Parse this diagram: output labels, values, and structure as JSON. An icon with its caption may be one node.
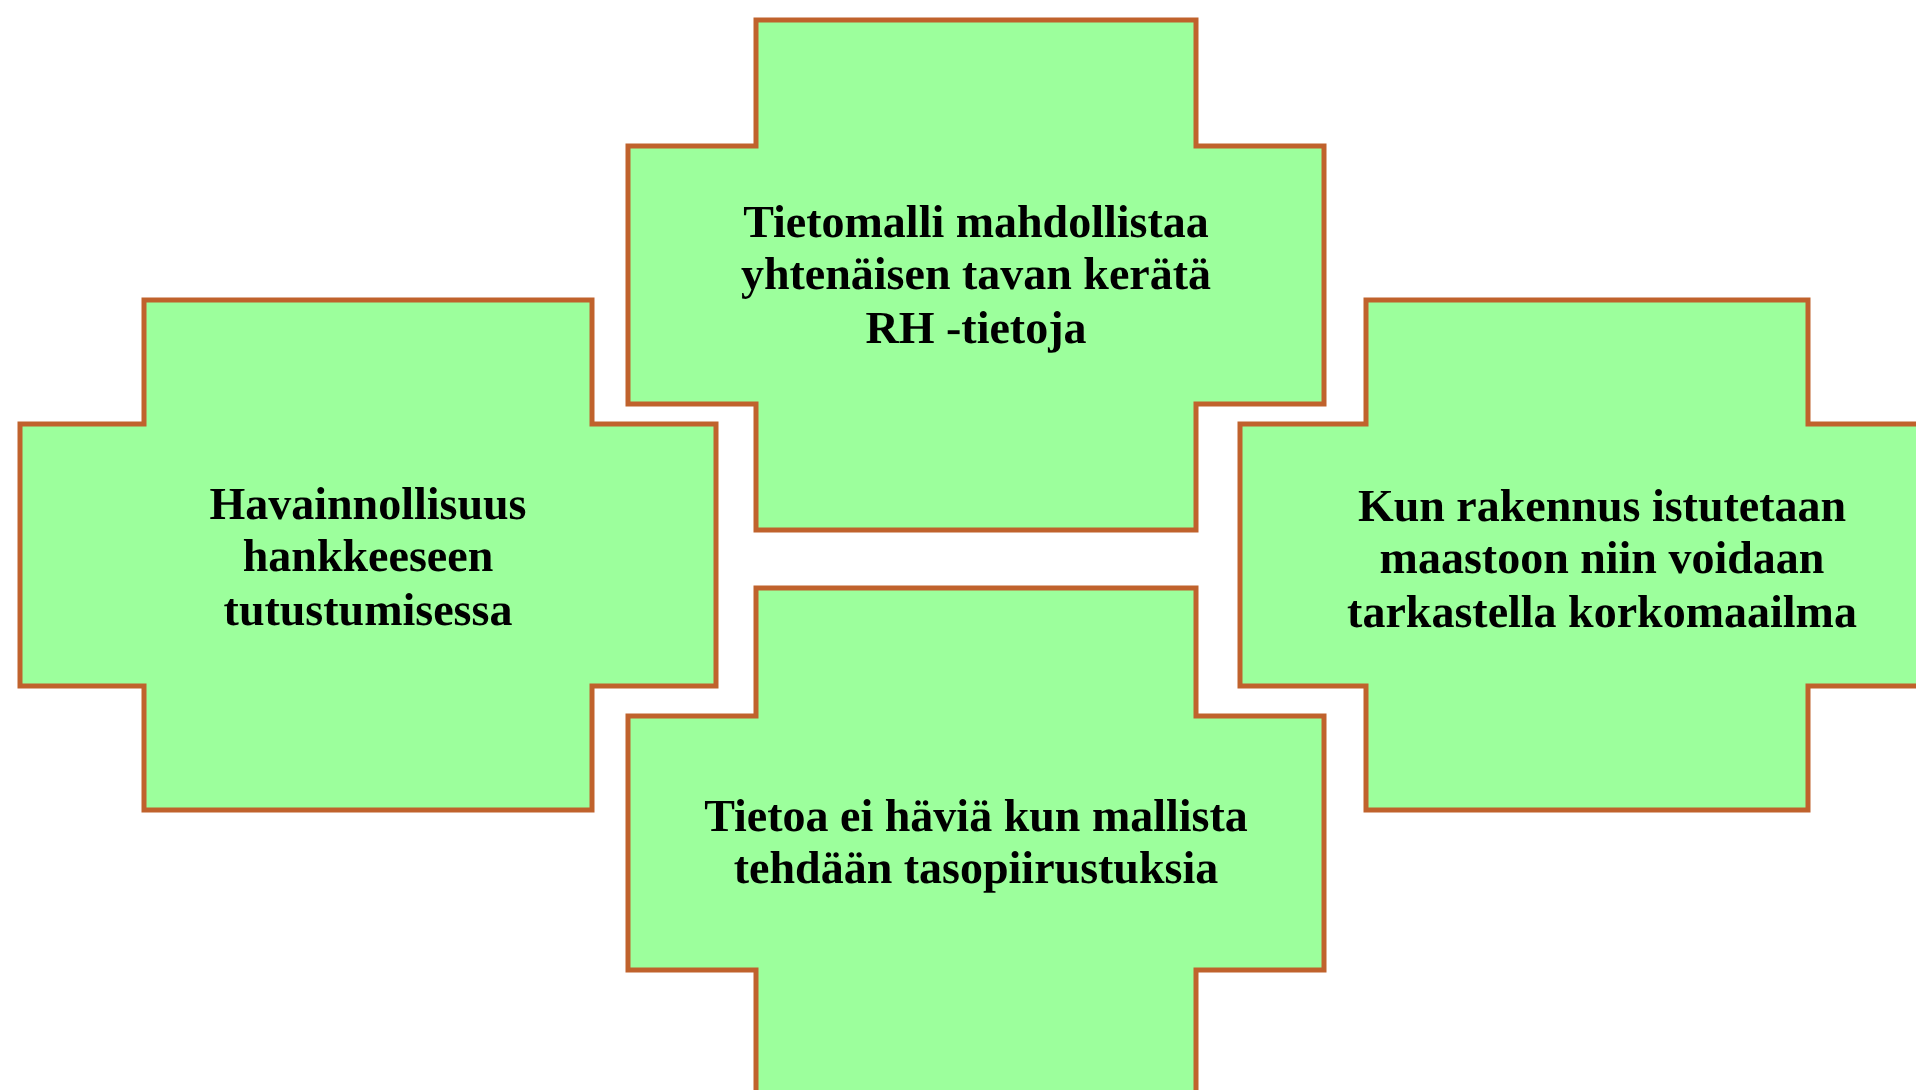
{
  "diagram": {
    "nodes": [
      {
        "text": [
          "Tietomalli mahdollistaa yhtenäisen tavan kerätä RH -tietoja"
        ]
      },
      {
        "text": [
          "Havainnollisuus hankkeeseen tutustumisessa"
        ]
      },
      {
        "text": [
          "Kun rakennus istutetaan maastoon niin voidaan tarkastella korkomaailma"
        ]
      },
      {
        "text": [
          "Tietoa ei häviä kun mallista tehdään tasopiirustuksia"
        ]
      }
    ]
  }
}
